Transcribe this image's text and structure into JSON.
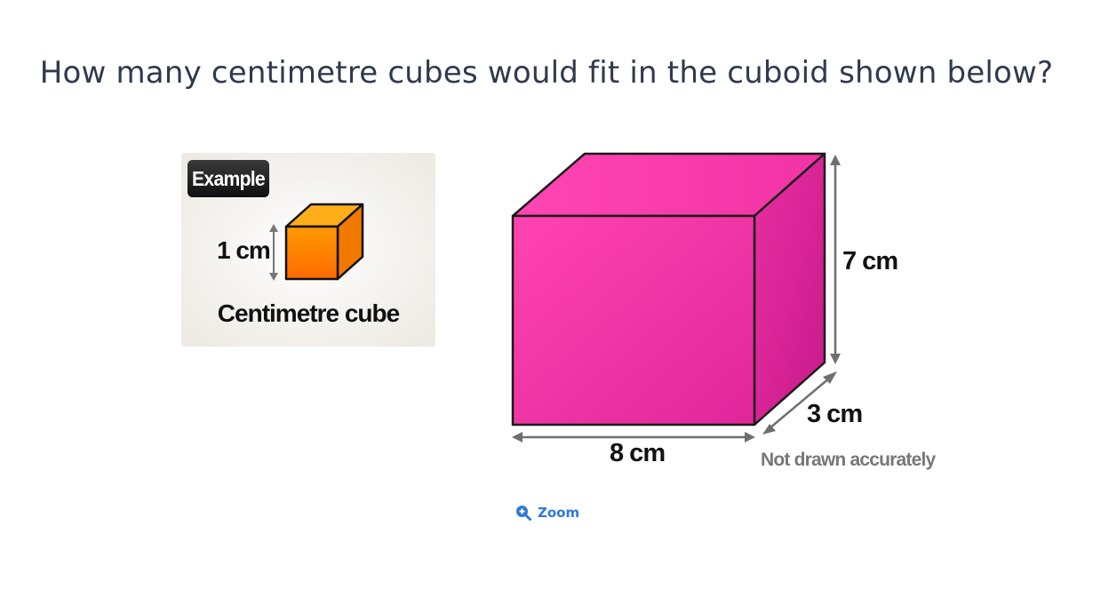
{
  "question": "How many centimetre cubes would fit in the cuboid shown below?",
  "example": {
    "badge": "Example",
    "unit_label": "1 cm",
    "caption": "Centimetre cube"
  },
  "cuboid": {
    "length_label": "8 cm",
    "height_label": "7 cm",
    "depth_label": "3 cm",
    "note": "Not drawn accurately"
  },
  "zoom_label": "Zoom",
  "colors": {
    "question_text": "#2f3a4d",
    "cuboid_fill": "#ff3fae",
    "small_cube_fill": "#ff8800",
    "zoom_link": "#2f79d6"
  },
  "icons": {
    "zoom": "zoom-in-icon"
  }
}
